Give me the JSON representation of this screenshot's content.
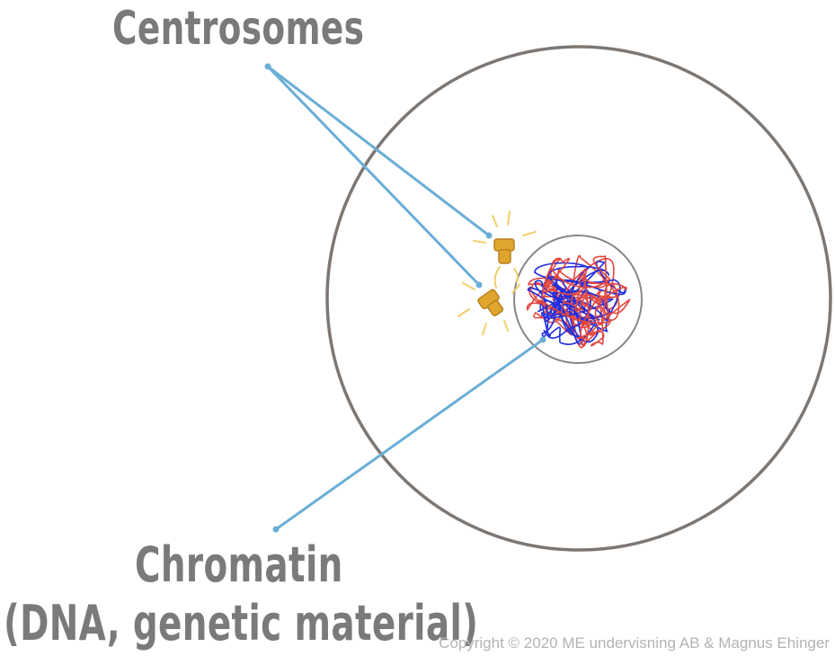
{
  "labels": {
    "centrosomes": "Centrosomes",
    "chromatin_line1": "Chromatin",
    "chromatin_line2": "(DNA, genetic material)"
  },
  "copyright": "Copyright © 2020 ME undervisning AB & Magnus Ehinger",
  "colors": {
    "cell_outline": "#7d7773",
    "pointer": "#6aaed6",
    "centrosome": "#e0a52e",
    "centrosome_rays": "#f3cf6a",
    "chromatin_blue": "#1f2ee0",
    "chromatin_red": "#e2463f",
    "label_text": "#7a7a7a"
  }
}
